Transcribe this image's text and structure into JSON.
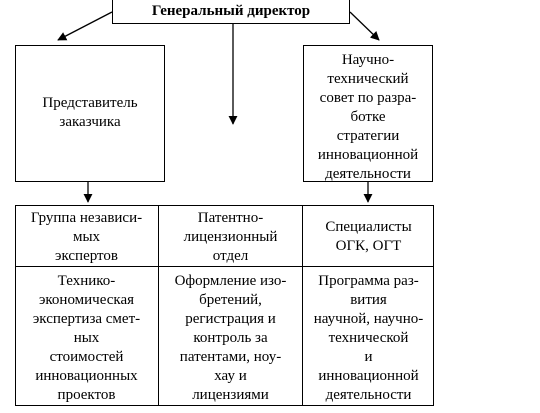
{
  "diagram": {
    "director": "Генеральный директор",
    "customer_rep": "Представитель\nзаказчика",
    "council": "Научно-\nтехнический\nсовет по разра-\nботке\nстратегии\nинновационной\nдеятельности",
    "experts_group": "Группа независи-\nмых\nэкспертов",
    "patent_dept": "Патентно-\nлицензионный\nотдел",
    "specialists": "Специалисты\nОГК, ОГТ",
    "expertise": "Технико-\nэкономическая\nэкспертиза смет-\nных\nстоимостей\nинновационных\nпроектов",
    "patent_tasks": "Оформление изо-\nбретений,\nрегистрация и\nконтроль за\nпатентами, ноу-\nхау и\nлицензиями",
    "program": "Программа раз-\nвития\nнаучной, научно-\nтехнической\nи\nинновационной\nдеятельности"
  }
}
